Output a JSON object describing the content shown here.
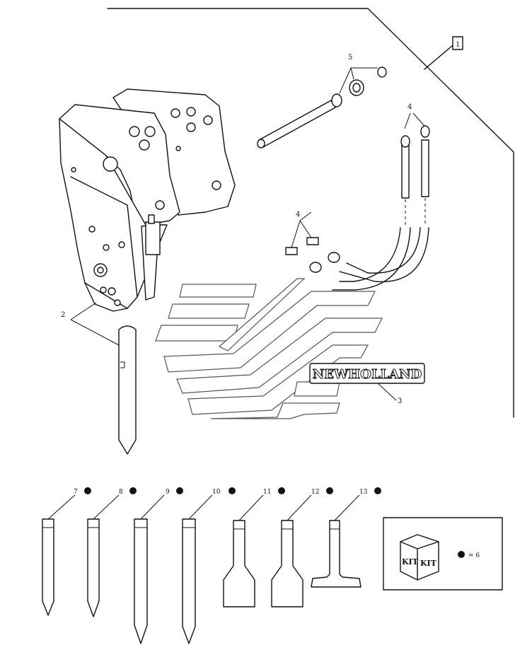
{
  "callouts": {
    "frame": "1",
    "chisel_main": "2",
    "decal": "3",
    "hoses": "4",
    "fittings": "4",
    "pin_set": "5",
    "tool_7": "7",
    "tool_8": "8",
    "tool_9": "9",
    "tool_10": "10",
    "tool_11": "11",
    "tool_12": "12",
    "tool_13": "13",
    "kit_equals": "= 6"
  },
  "decal_text": "NEWHOLLAND",
  "kit": {
    "label_left": "KIT",
    "label_right": "KIT"
  },
  "colors": {
    "ink": "#111111",
    "paper": "#ffffff",
    "logo_outline": "#555555"
  }
}
